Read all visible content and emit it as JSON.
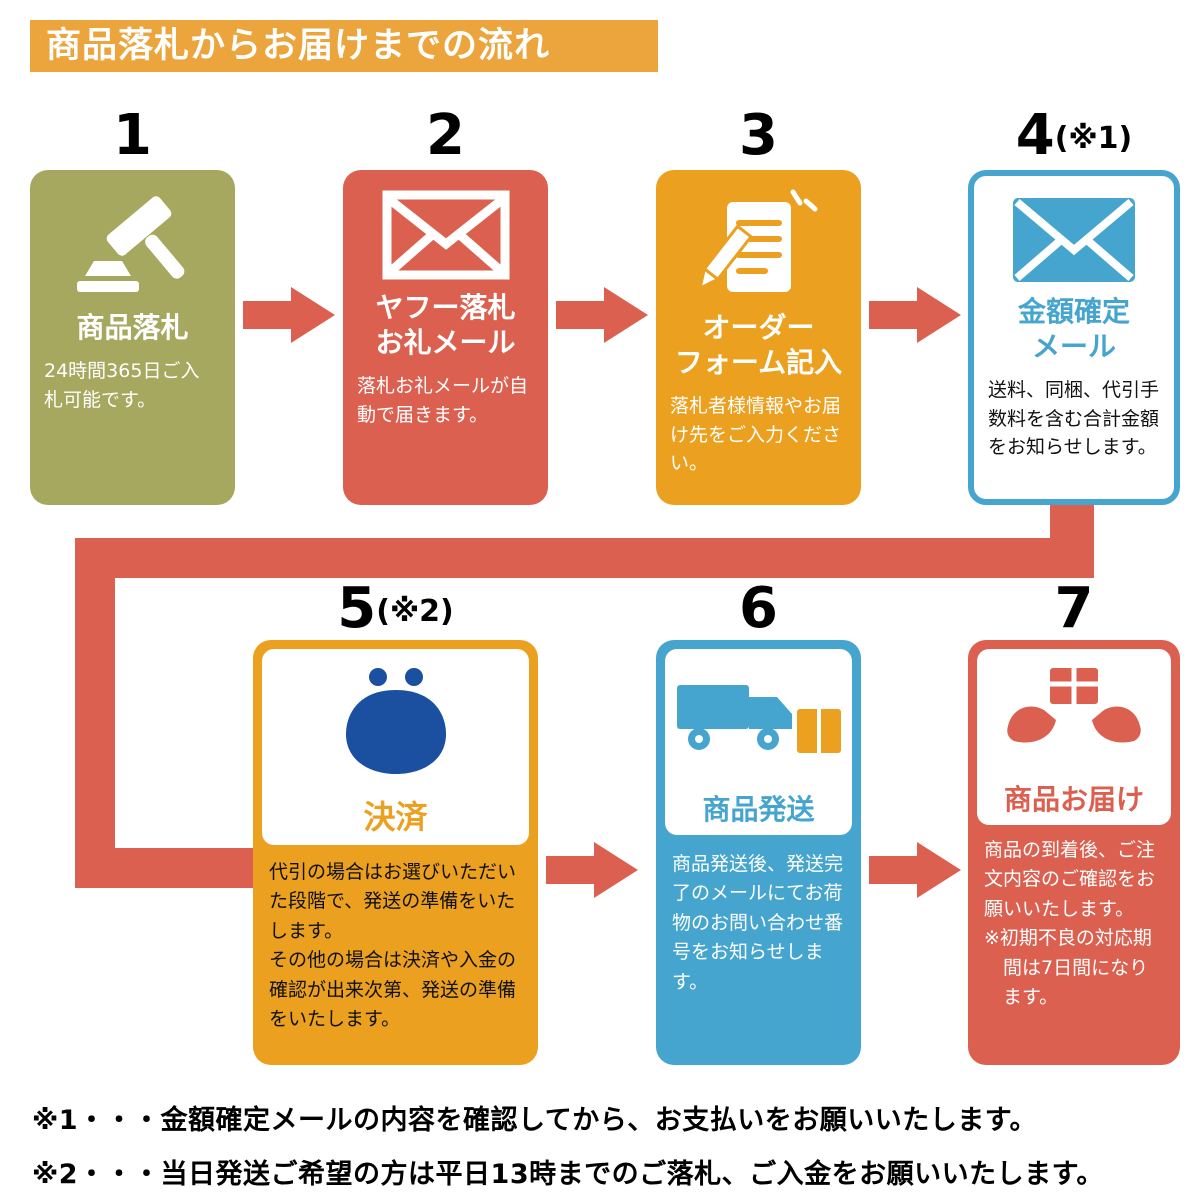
{
  "title_banner": {
    "text": "商品落札からお届けまでの流れ"
  },
  "steps": [
    {
      "number": "1",
      "number_suffix": "",
      "title": "商品落札",
      "body": "24時間365日ご入\n札可能です。",
      "icon": "gavel-icon"
    },
    {
      "number": "2",
      "number_suffix": "",
      "title": "ヤフー落札\nお礼メール",
      "body": "落札お礼メールが自\n動で届きます。",
      "icon": "mail-outline-icon"
    },
    {
      "number": "3",
      "number_suffix": "",
      "title": "オーダー\nフォーム記入",
      "body": "落札者様情報やお届\nけ先をご入力くださ\nい。",
      "icon": "form-pencil-icon"
    },
    {
      "number": "4",
      "number_suffix": "(※1)",
      "title": "金額確定\nメール",
      "body": "送料、同梱、代引手\n数料を含む合計金額\nをお知らせします。",
      "icon": "mail-solid-icon"
    },
    {
      "number": "5",
      "number_suffix": "(※2)",
      "title": "決済",
      "body": "代引の場合はお選びいただい\nた段階で、発送の準備をいた\nします。\nその他の場合は決済や入金の\n確認が出来次第、発送の準備\nをいたします。",
      "icon": "purse-icon"
    },
    {
      "number": "6",
      "number_suffix": "",
      "title": "商品発送",
      "body": "商品発送後、発送完\n了のメールにてお荷\n物のお問い合わせ番\n号をお知らせします。",
      "icon": "truck-box-icon"
    },
    {
      "number": "7",
      "number_suffix": "",
      "title": "商品お届け",
      "body": "商品の到着後、ご注\n文内容のご確認をお\n願いいたします。\n※初期不良の対応期\n　間は7日間になり\n　ます。",
      "icon": "delivery-hands-icon"
    }
  ],
  "footnotes": [
    "※1・・・金額確定メールの内容を確認してから、お支払いをお願いいたします。",
    "※2・・・当日発送ご希望の方は平日13時までのご落札、ご入金をお願いいたします。"
  ],
  "colors": {
    "banner_orange": "#EBA53C",
    "olive": "#A6A85F",
    "red": "#DB604F",
    "orange": "#EBA01F",
    "blue": "#45A5CE",
    "navy": "#1B4F9F",
    "arrow_red": "#DC604F",
    "body_black": "#111111",
    "white": "#FFFFFF"
  }
}
